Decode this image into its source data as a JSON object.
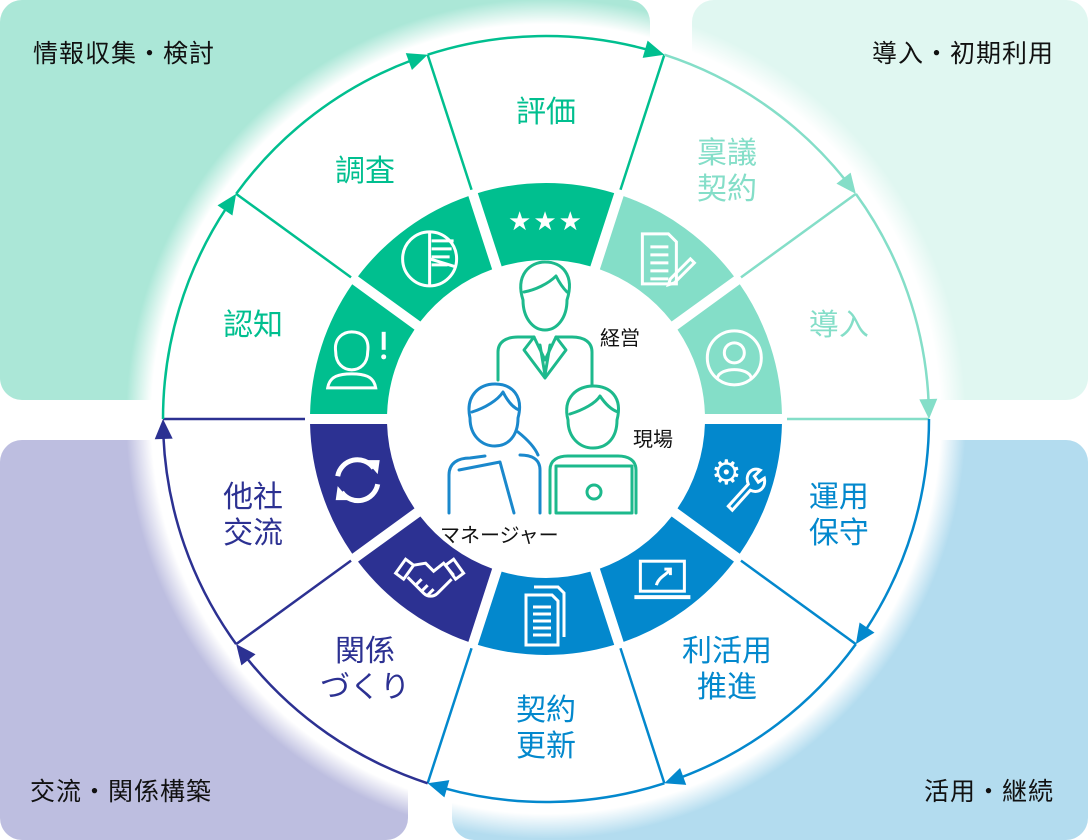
{
  "quadrants": {
    "top_left": "情報収集・検討",
    "top_right": "導入・初期利用",
    "bottom_left": "交流・関係構築",
    "bottom_right": "活用・継続"
  },
  "colors": {
    "green": "#00BF8F",
    "light_green": "#84DEC8",
    "blue": "#0388CD",
    "navy": "#2C3192",
    "center_green": "#1DB98C",
    "center_blue": "#1A88CC"
  },
  "segments": [
    {
      "label": [
        "評価"
      ],
      "icon": "stars-icon",
      "color": "green"
    },
    {
      "label": [
        "稟議",
        "契約"
      ],
      "icon": "document-pen-icon",
      "color": "light_green"
    },
    {
      "label": [
        "導入"
      ],
      "icon": "user-circle-icon",
      "color": "light_green"
    },
    {
      "label": [
        "運用",
        "保守"
      ],
      "icon": "gear-wrench-icon",
      "color": "blue"
    },
    {
      "label": [
        "利活用",
        "推進"
      ],
      "icon": "laptop-icon",
      "color": "blue"
    },
    {
      "label": [
        "契約",
        "更新"
      ],
      "icon": "documents-icon",
      "color": "blue"
    },
    {
      "label": [
        "関係",
        "づくり"
      ],
      "icon": "handshake-icon",
      "color": "navy"
    },
    {
      "label": [
        "他社",
        "交流"
      ],
      "icon": "refresh-icon",
      "color": "navy"
    },
    {
      "label": [
        "認知"
      ],
      "icon": "person-alert-icon",
      "color": "green"
    },
    {
      "label": [
        "調査"
      ],
      "icon": "pie-chart-icon",
      "color": "green"
    }
  ],
  "center": {
    "executive": "経営",
    "field": "現場",
    "manager": "マネージャー"
  }
}
